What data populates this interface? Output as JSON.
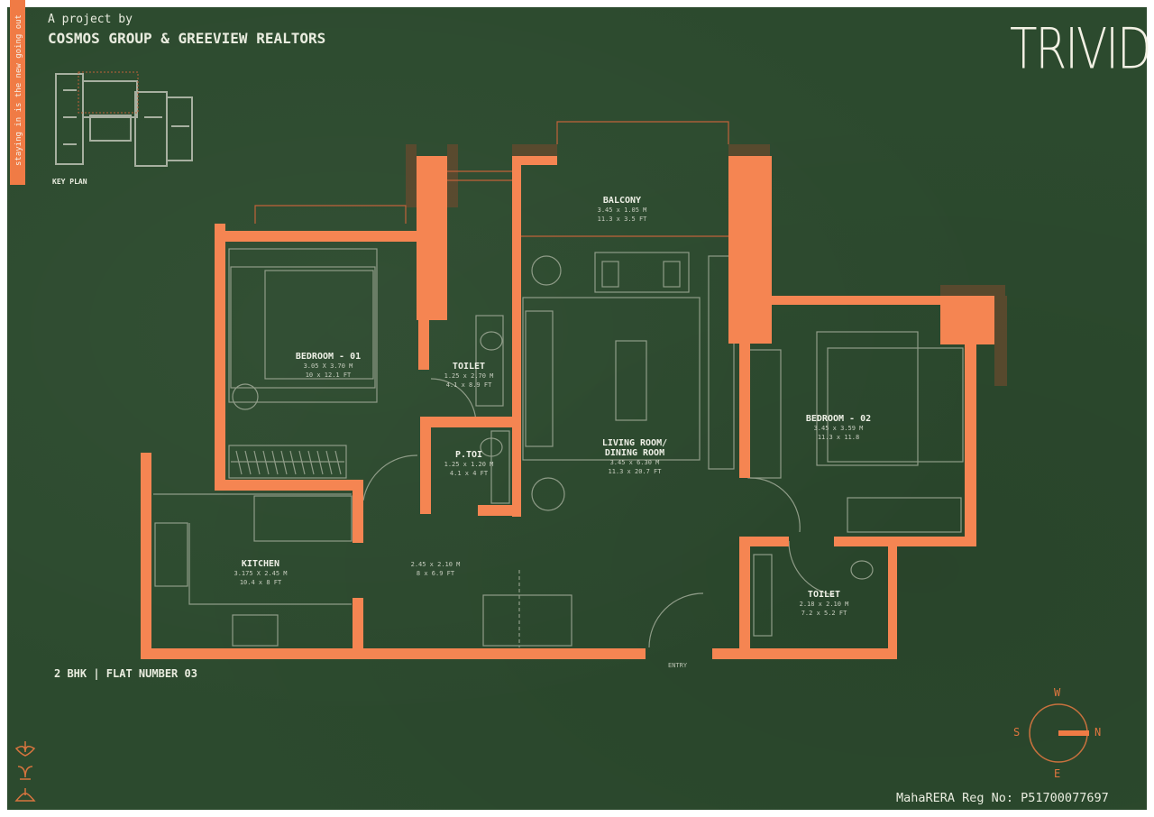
{
  "header": {
    "subtitle": "A project by",
    "title": "COSMOS GROUP & GREEVIEW REALTORS"
  },
  "side_banner": "staying in is the new going out",
  "key_plan_label": "KEY PLAN",
  "logo": {
    "text": "TRIVIDH"
  },
  "rooms": [
    {
      "name": "BEDROOM - 01",
      "metric": "3.05 X 3.70 M",
      "imperial": "10 x 12.1 FT"
    },
    {
      "name": "TOILET",
      "metric": "1.25 x 2.70 M",
      "imperial": "4.1 x 8.9 FT"
    },
    {
      "name": "BALCONY",
      "metric": "3.45 x 1.05 M",
      "imperial": "11.3 x 3.5 FT"
    },
    {
      "name": "P.TOI",
      "metric": "1.25 x 1.20 M",
      "imperial": "4.1 x 4 FT"
    },
    {
      "name": "LIVING ROOM/ DINING ROOM",
      "metric": "3.45 x 6.30 M",
      "imperial": "11.3 x 20.7 FT"
    },
    {
      "name": "BEDROOM - 02",
      "metric": "3.45 x 3.59 M",
      "imperial": "11.3 x 11.8"
    },
    {
      "name": "KITCHEN",
      "metric": "3.175 X 2.45 M",
      "imperial": "10.4 x 8 FT"
    },
    {
      "name": "",
      "metric": "2.45 x 2.10 M",
      "imperial": "8 x 6.9 FT"
    },
    {
      "name": "TOILET",
      "metric": "2.18 x 2.10 M",
      "imperial": "7.2 x 5.2 FT"
    }
  ],
  "entry_label": "ENTRY",
  "flat_label": "2 BHK | FLAT NUMBER 03",
  "compass": {
    "w": "W",
    "s": "S",
    "n": "N",
    "e": "E"
  },
  "rera": "MahaRERA Reg No: P51700077697",
  "colors": {
    "background": "#2c4a2e",
    "wall": "#f58552",
    "line": "#c9cfbf",
    "text": "#e9ecdf"
  }
}
